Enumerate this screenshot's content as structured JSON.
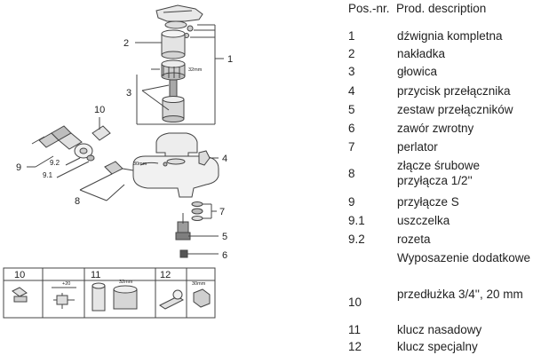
{
  "callouts": {
    "c1": "1",
    "c2": "2",
    "c3": "3",
    "c4": "4",
    "c5": "5",
    "c6": "6",
    "c7": "7",
    "c8": "8",
    "c9": "9",
    "c91": "9.1",
    "c92": "9.2",
    "c10": "10"
  },
  "dims": {
    "d32": "32mm",
    "d30": "30mm",
    "d20": "+20"
  },
  "tools": [
    {
      "num": "10",
      "dim": "+20"
    },
    {
      "num": "11",
      "dim": "32mm"
    },
    {
      "num": "12",
      "dim": "30mm"
    }
  ],
  "list": {
    "header_pos": "Pos.-nr.",
    "header_desc": "Prod. description",
    "items": [
      {
        "num": "1",
        "desc": "dźwignia kompletna"
      },
      {
        "num": "2",
        "desc": "nakładka"
      },
      {
        "num": "3",
        "desc": "głowica"
      },
      {
        "num": "4",
        "desc": "przycisk przełącznika"
      },
      {
        "num": "5",
        "desc": "zestaw przełączników"
      },
      {
        "num": "6",
        "desc": "zawór zwrotny"
      },
      {
        "num": "7",
        "desc": "perlator"
      },
      {
        "num": "8",
        "desc": "złącze śrubowe przyłącza 1/2''"
      },
      {
        "num": "9",
        "desc": "przyłącze S"
      },
      {
        "num": "9.1",
        "desc": "uszczelka"
      },
      {
        "num": "9.2",
        "desc": "rozeta"
      },
      {
        "num": "",
        "desc": "Wyposazenie dodatkowe"
      },
      {
        "num": "10",
        "desc": "przedłużka 3/4'', 20 mm"
      },
      {
        "num": "11",
        "desc": "klucz nasadowy"
      },
      {
        "num": "12",
        "desc": "klucz specjalny"
      }
    ]
  }
}
